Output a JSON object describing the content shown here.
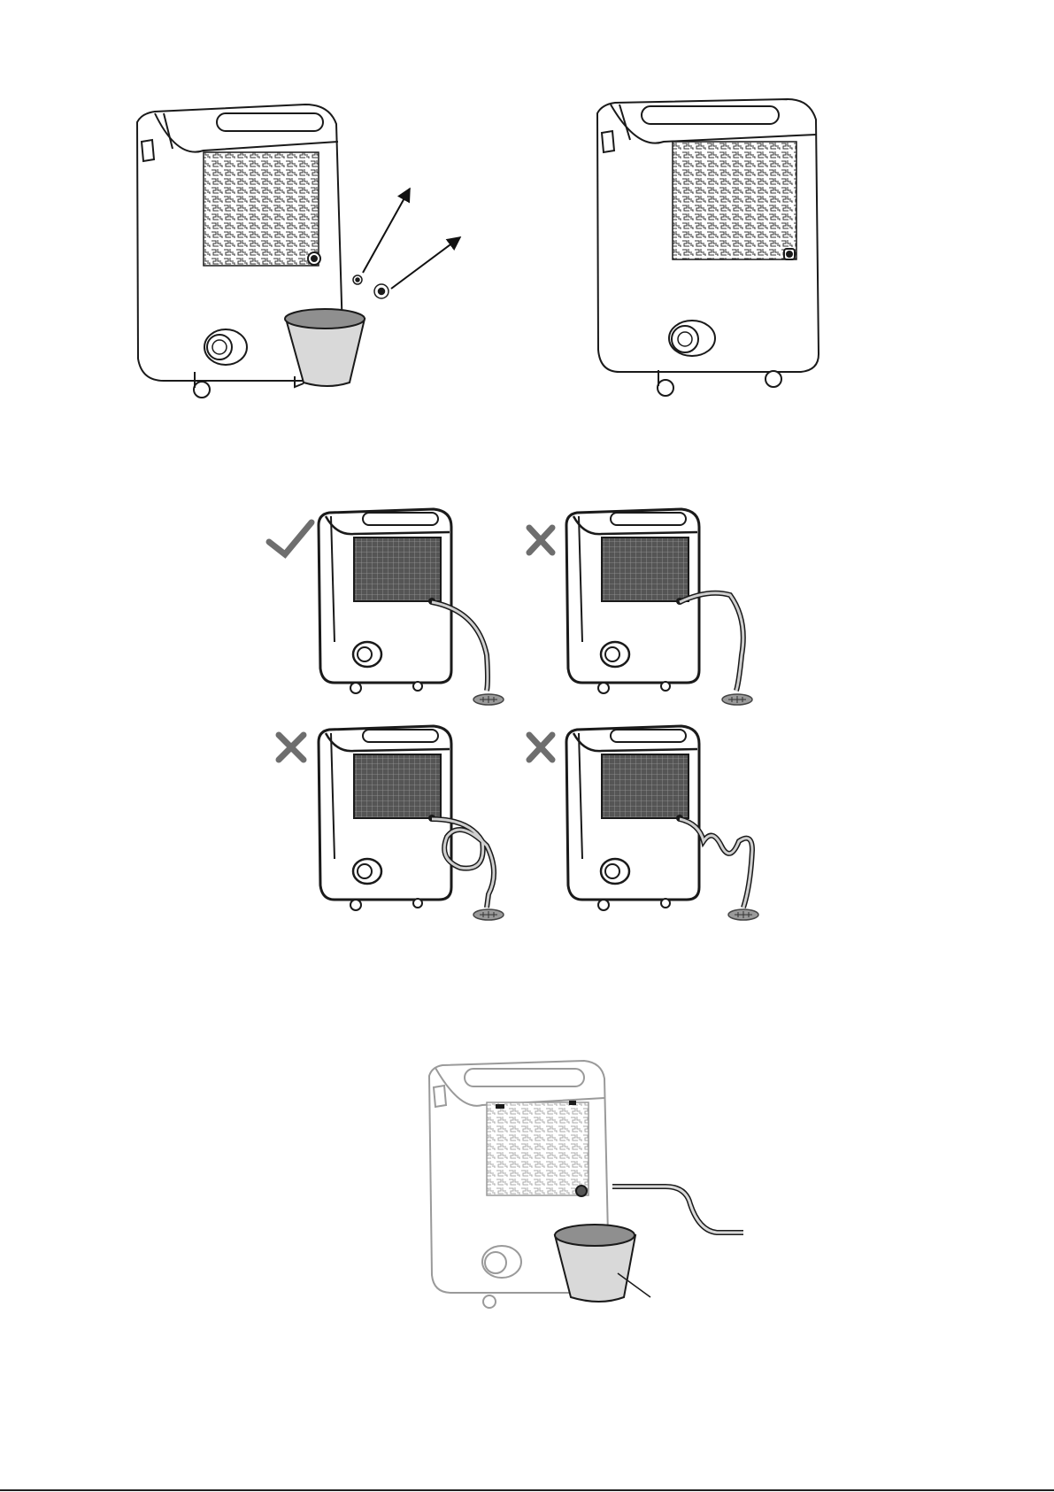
{
  "colors": {
    "line": "#1a1a1a",
    "bucket_fill": "#d9d9d9",
    "bucket_top": "#8f8f8f",
    "grille_fill": "#cfcfcf",
    "check_mark": "#6e6e6e",
    "cross_mark": "#6e6e6e",
    "faded_line": "#9a9a9a",
    "panel_fill": "#ffffff"
  },
  "icons": {
    "correct": "check-mark-icon",
    "incorrect": "cross-mark-icon",
    "arrow": "arrow-icon"
  },
  "figures": [
    {
      "id": "remove-drain-plug",
      "panels": [
        "unit-with-bucket-and-removed-plugs",
        "unit-with-hose-connector"
      ]
    },
    {
      "id": "hose-placement",
      "panels": [
        {
          "mark": "correct",
          "hose": "straight-down"
        },
        {
          "mark": "incorrect",
          "hose": "raised-loop"
        },
        {
          "mark": "incorrect",
          "hose": "coiled"
        },
        {
          "mark": "incorrect",
          "hose": "wavy"
        }
      ]
    },
    {
      "id": "continuous-drain-with-bucket",
      "panels": [
        "faded-unit-with-hose-and-bucket"
      ]
    }
  ]
}
